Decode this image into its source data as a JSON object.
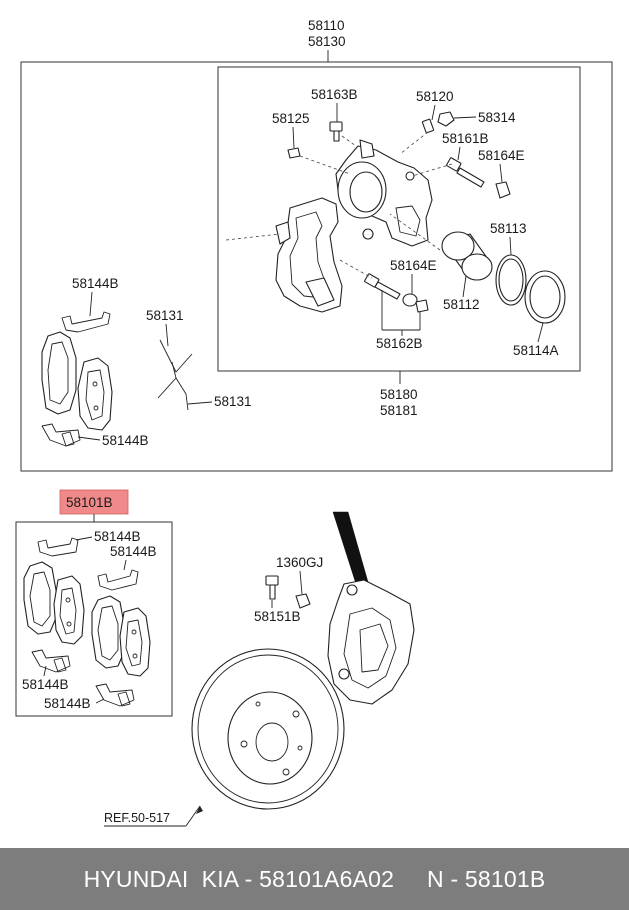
{
  "labels": {
    "assy_caliper_lh": "58110",
    "assy_caliper_rh": "58130",
    "bolt_58163b": "58163B",
    "bleeder_58120": "58120",
    "cap_58314": "58314",
    "cap_58125": "58125",
    "pin_58161b": "58161B",
    "boot_58164e_top": "58164E",
    "seal_58113": "58113",
    "boot_58164e_mid": "58164E",
    "piston_58112": "58112",
    "pin_kit_58162b": "58162B",
    "boot_58114a": "58114A",
    "carrier_58180": "58180",
    "carrier_58181": "58181",
    "shim_58144b_top": "58144B",
    "spring_58131_top": "58131",
    "spring_58131_bottom": "58131",
    "shim_58144b_lower": "58144B",
    "pad_kit_58101b": "58101B",
    "kit_shim_1": "58144B",
    "kit_shim_2": "58144B",
    "kit_shim_3": "58144B",
    "kit_shim_4": "58144B",
    "bolt_1360gj": "1360GJ",
    "bolt_58151b": "58151B",
    "reference": "REF.50-517"
  },
  "footer": {
    "text": "HYUNDAI  KIA - 58101A6A02     N - 58101B",
    "background": "#7d7d7d"
  },
  "colors": {
    "highlight": "#f08a8a",
    "line": "#222222"
  }
}
